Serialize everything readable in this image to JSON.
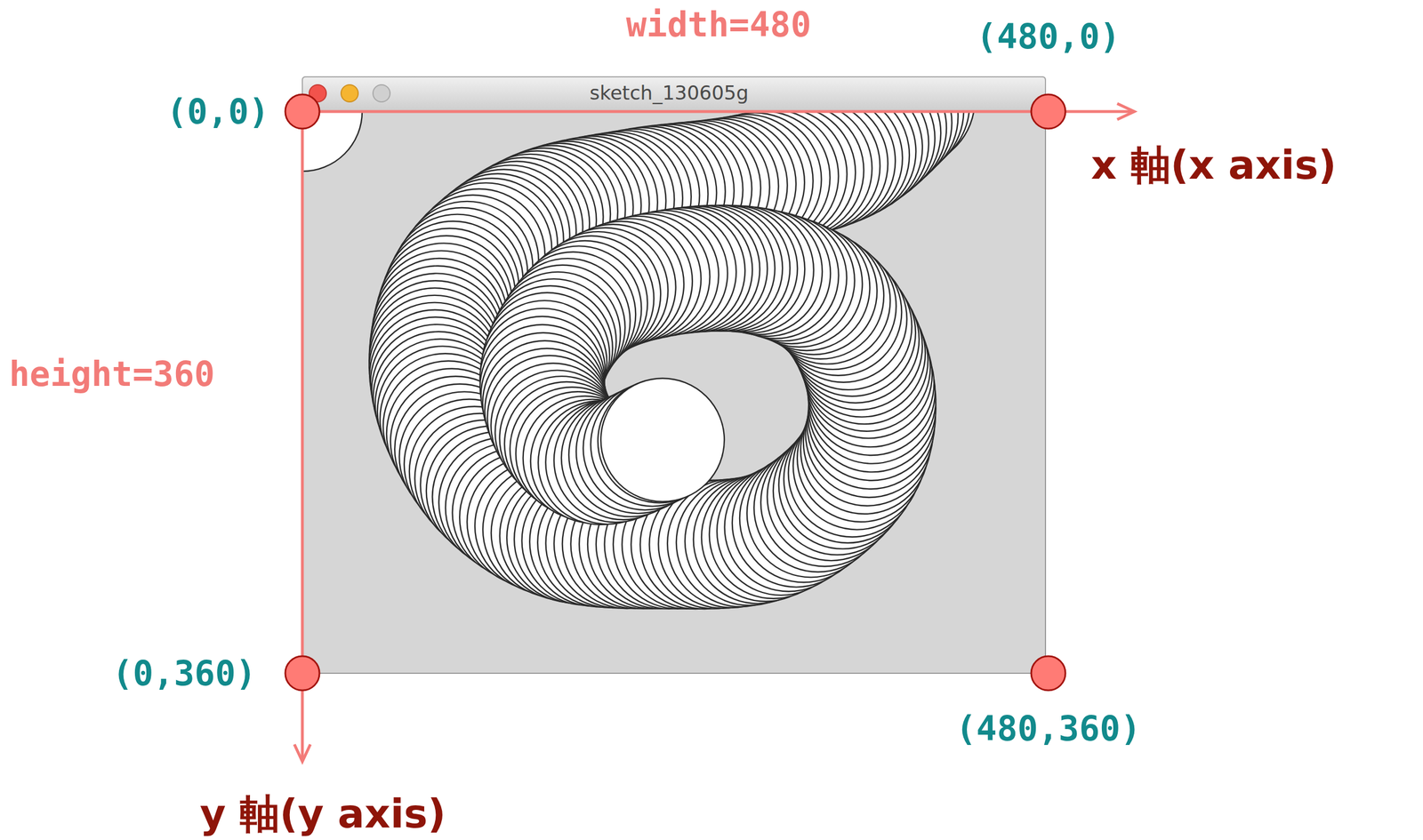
{
  "diagram": {
    "labels": [
      "width=480",
      "(480,0)",
      "sketch_130605g",
      "(0,0)",
      "x 軸(x axis)",
      "height=360",
      "(0,360)",
      "(480,360)",
      "y 軸(y axis)"
    ]
  }
}
